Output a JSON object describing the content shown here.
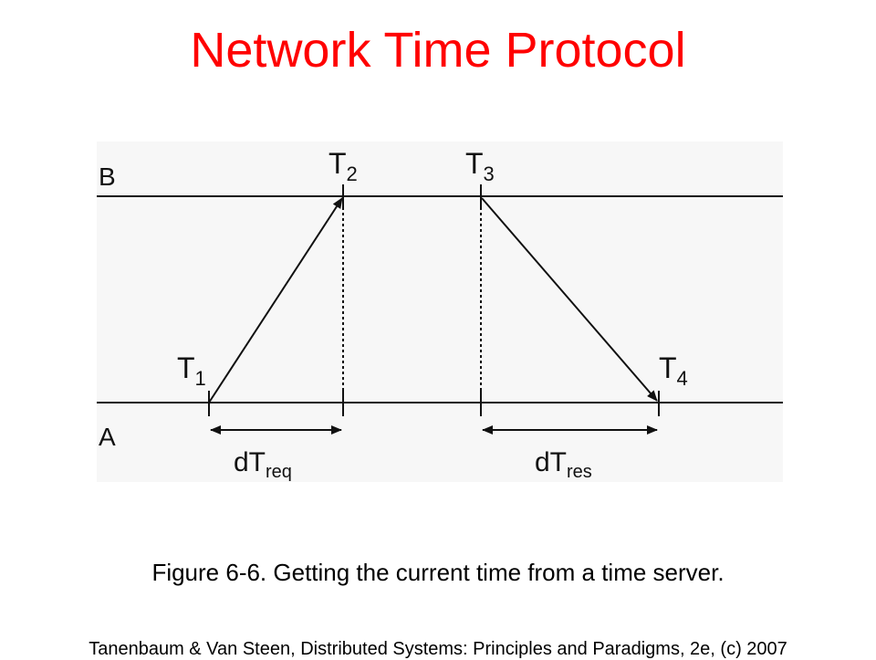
{
  "slide": {
    "title": "Network Time Protocol",
    "caption": "Figure 6-6. Getting the current time from a time server.",
    "footer": "Tanenbaum & Van Steen, Distributed Systems: Principles and Paradigms, 2e, (c) 2007",
    "title_color": "#ff0000"
  },
  "diagram": {
    "axis_b_label": "B",
    "axis_a_label": "A",
    "t1": {
      "base": "T",
      "sub": "1"
    },
    "t2": {
      "base": "T",
      "sub": "2"
    },
    "t3": {
      "base": "T",
      "sub": "3"
    },
    "t4": {
      "base": "T",
      "sub": "4"
    },
    "dt_req": {
      "base": "dT",
      "sub": "req"
    },
    "dt_res": {
      "base": "dT",
      "sub": "res"
    },
    "background_color": "#f7f7f7"
  }
}
